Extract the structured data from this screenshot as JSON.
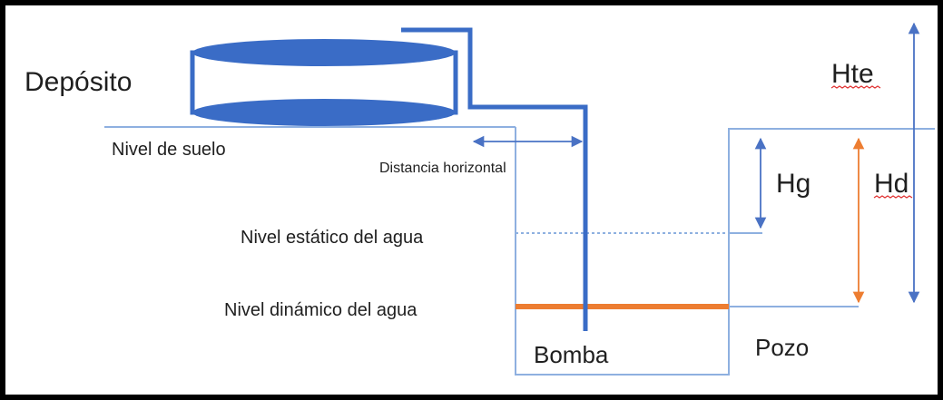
{
  "labels": {
    "deposito": "Depósito",
    "nivel_suelo": "Nivel de suelo",
    "distancia_horizontal": "Distancia horizontal",
    "nivel_estatico": "Nivel estático del agua",
    "nivel_dinamico": "Nivel dinámico del agua",
    "bomba": "Bomba",
    "pozo": "Pozo",
    "hte": "Hte",
    "hg": "Hg",
    "hd": "Hd"
  },
  "colors": {
    "pipe_blue": "#3a6cc6",
    "line_light_blue": "#8eb0e0",
    "arrow_blue": "#4a72c4",
    "dynamic_orange": "#ed7d31",
    "frame": "#000000",
    "text": "#1f1f1f"
  }
}
